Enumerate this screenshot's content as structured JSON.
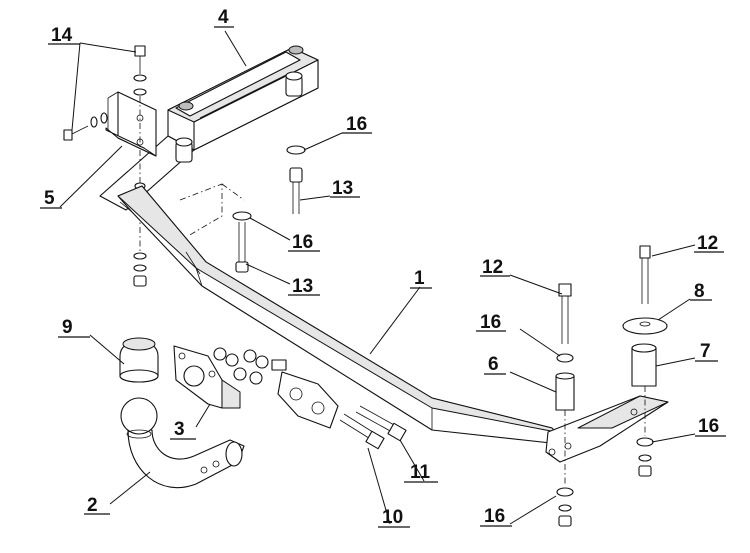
{
  "diagram": {
    "callouts": [
      {
        "id": "c14",
        "label": "14"
      },
      {
        "id": "c4",
        "label": "4"
      },
      {
        "id": "c16a",
        "label": "16"
      },
      {
        "id": "c5",
        "label": "5"
      },
      {
        "id": "c13a",
        "label": "13"
      },
      {
        "id": "c16b",
        "label": "16"
      },
      {
        "id": "c13b",
        "label": "13"
      },
      {
        "id": "c12a",
        "label": "12"
      },
      {
        "id": "c12b",
        "label": "12"
      },
      {
        "id": "c1",
        "label": "1"
      },
      {
        "id": "c8",
        "label": "8"
      },
      {
        "id": "c16c",
        "label": "16"
      },
      {
        "id": "c9",
        "label": "9"
      },
      {
        "id": "c7",
        "label": "7"
      },
      {
        "id": "c6",
        "label": "6"
      },
      {
        "id": "c3",
        "label": "3"
      },
      {
        "id": "c16d",
        "label": "16"
      },
      {
        "id": "c11",
        "label": "11"
      },
      {
        "id": "c2",
        "label": "2"
      },
      {
        "id": "c10",
        "label": "10"
      },
      {
        "id": "c16e",
        "label": "16"
      }
    ]
  }
}
